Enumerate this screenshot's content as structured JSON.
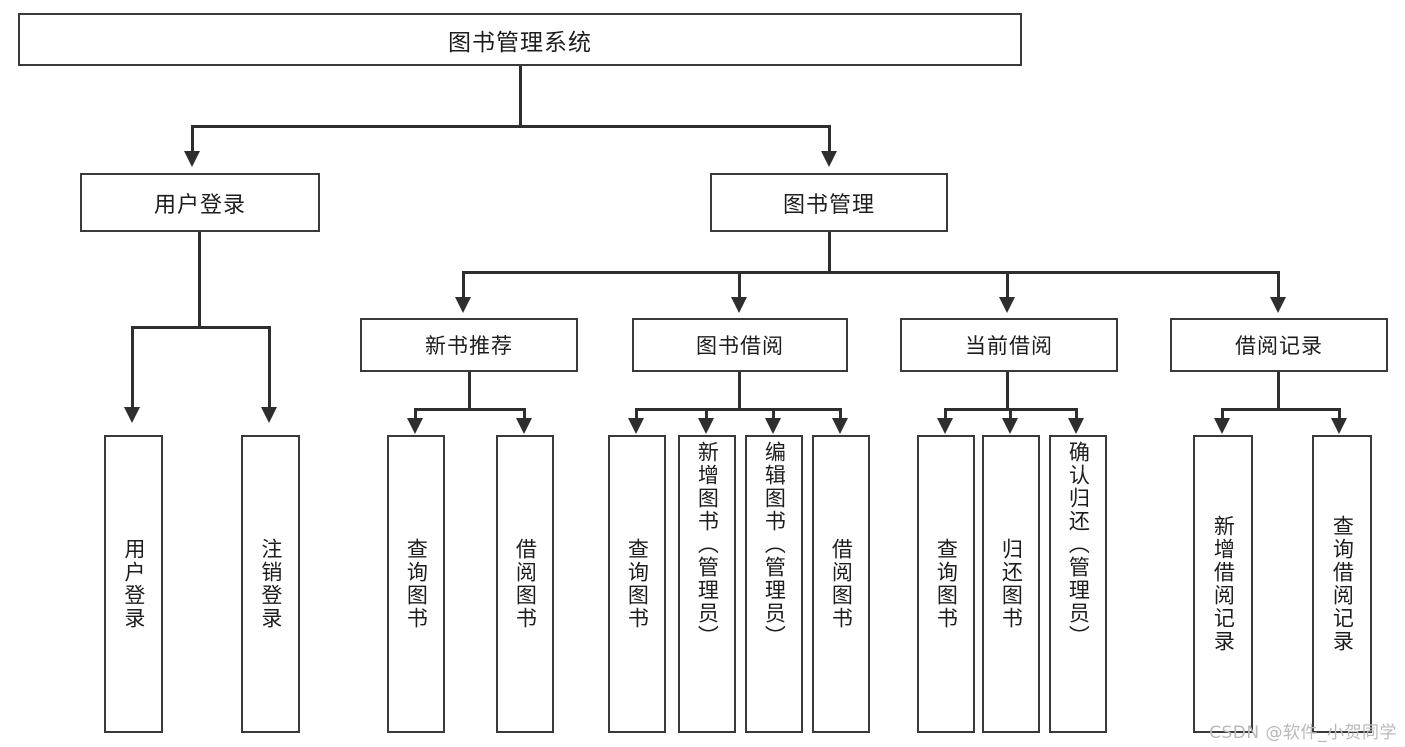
{
  "diagram": {
    "type": "tree-hierarchy",
    "title": "图书管理系统",
    "watermark": "CSDN @软件_小贺同学",
    "colors": {
      "background": "#ffffff",
      "box_border": "#3a3a3a",
      "connector": "#2e2e2e",
      "text": "#1d1d1d",
      "watermark": "#b9b9b9"
    },
    "root": {
      "label": "图书管理系统"
    },
    "level1": [
      {
        "id": "user-login",
        "label": "用户登录"
      },
      {
        "id": "book-management",
        "label": "图书管理"
      }
    ],
    "level2": [
      {
        "id": "new-book-recommend",
        "label": "新书推荐",
        "parent": "book-management"
      },
      {
        "id": "book-borrow",
        "label": "图书借阅",
        "parent": "book-management"
      },
      {
        "id": "current-borrow",
        "label": "当前借阅",
        "parent": "book-management"
      },
      {
        "id": "borrow-record",
        "label": "借阅记录",
        "parent": "book-management"
      }
    ],
    "leaves": [
      {
        "id": "leaf-user-login",
        "label": "用户登录",
        "parent": "user-login"
      },
      {
        "id": "leaf-user-logout",
        "label": "注销登录",
        "parent": "user-login"
      },
      {
        "id": "leaf-query-book-1",
        "label": "查询图书",
        "parent": "new-book-recommend"
      },
      {
        "id": "leaf-borrow-book-1",
        "label": "借阅图书",
        "parent": "new-book-recommend"
      },
      {
        "id": "leaf-query-book-2",
        "label": "查询图书",
        "parent": "book-borrow"
      },
      {
        "id": "leaf-add-book",
        "label": "新增图书（管理员）",
        "parent": "book-borrow"
      },
      {
        "id": "leaf-edit-book",
        "label": "编辑图书（管理员）",
        "parent": "book-borrow"
      },
      {
        "id": "leaf-borrow-book-2",
        "label": "借阅图书",
        "parent": "book-borrow"
      },
      {
        "id": "leaf-query-book-3",
        "label": "查询图书",
        "parent": "current-borrow"
      },
      {
        "id": "leaf-return-book",
        "label": "归还图书",
        "parent": "current-borrow"
      },
      {
        "id": "leaf-confirm-return",
        "label": "确认归还（管理员）",
        "parent": "current-borrow"
      },
      {
        "id": "leaf-add-record",
        "label": "新增借阅记录",
        "parent": "borrow-record"
      },
      {
        "id": "leaf-query-record",
        "label": "查询借阅记录",
        "parent": "borrow-record"
      }
    ]
  }
}
